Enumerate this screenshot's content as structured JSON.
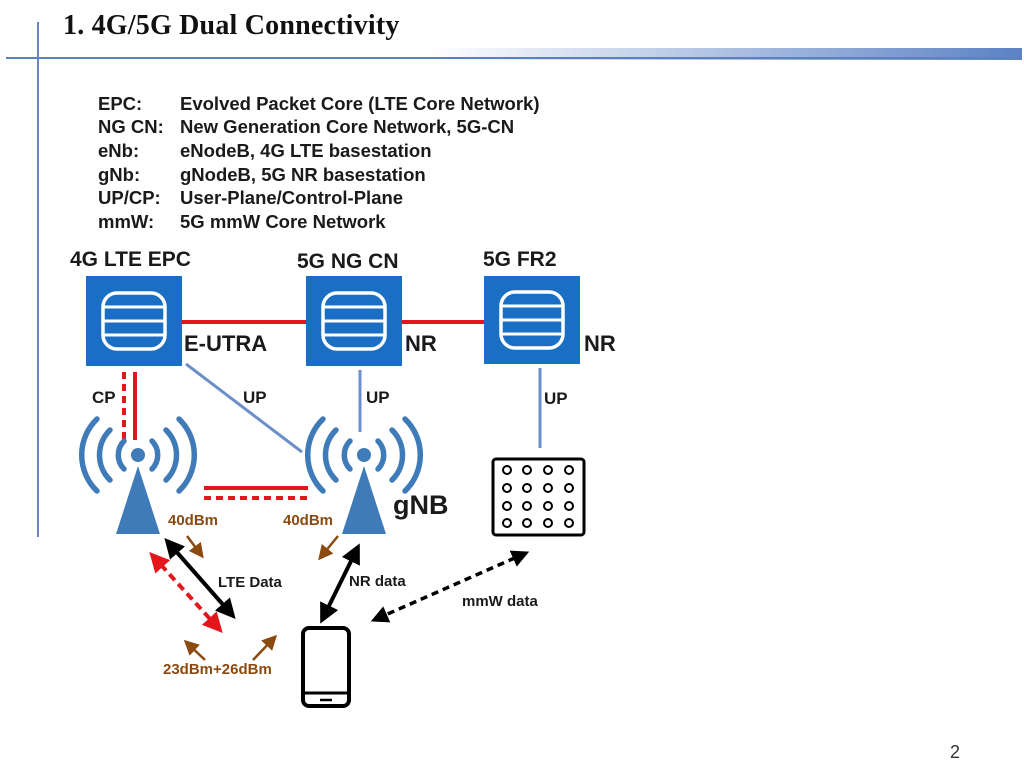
{
  "slide": {
    "title": "1. 4G/5G Dual Connectivity",
    "page_number": "2"
  },
  "legend": [
    {
      "term": "EPC:",
      "definition": "Evolved Packet Core (LTE Core Network)"
    },
    {
      "term": "NG CN:",
      "definition": "New Generation Core Network, 5G-CN"
    },
    {
      "term": "eNb:",
      "definition": "eNodeB, 4G LTE basestation"
    },
    {
      "term": "gNb:",
      "definition": "gNodeB, 5G NR basestation"
    },
    {
      "term": "UP/CP:",
      "definition": "User-Plane/Control-Plane"
    },
    {
      "term": "mmW:",
      "definition": "5G mmW Core Network"
    }
  ],
  "diagram": {
    "core_nodes": [
      {
        "label": "4G LTE EPC",
        "interface": "E-UTRA"
      },
      {
        "label": "5G NG CN",
        "interface": "NR"
      },
      {
        "label": "5G FR2",
        "interface": "NR"
      }
    ],
    "plane_labels": {
      "cp": "CP",
      "up_1": "UP",
      "up_2": "UP",
      "up_3": "UP"
    },
    "base_station_label": "gNB",
    "power_labels": {
      "enb": "40dBm",
      "gnb": "40dBm",
      "ue": "23dBm+26dBm"
    },
    "link_labels": {
      "lte": "LTE Data",
      "nr": "NR data",
      "mmw": "mmW data"
    },
    "colors": {
      "box": "#1a6fc4",
      "red": "#e3161b",
      "black": "#000000",
      "brown": "#8a4a10",
      "tower": "#3f7bb8",
      "up_line": "#6b8fc8"
    }
  }
}
